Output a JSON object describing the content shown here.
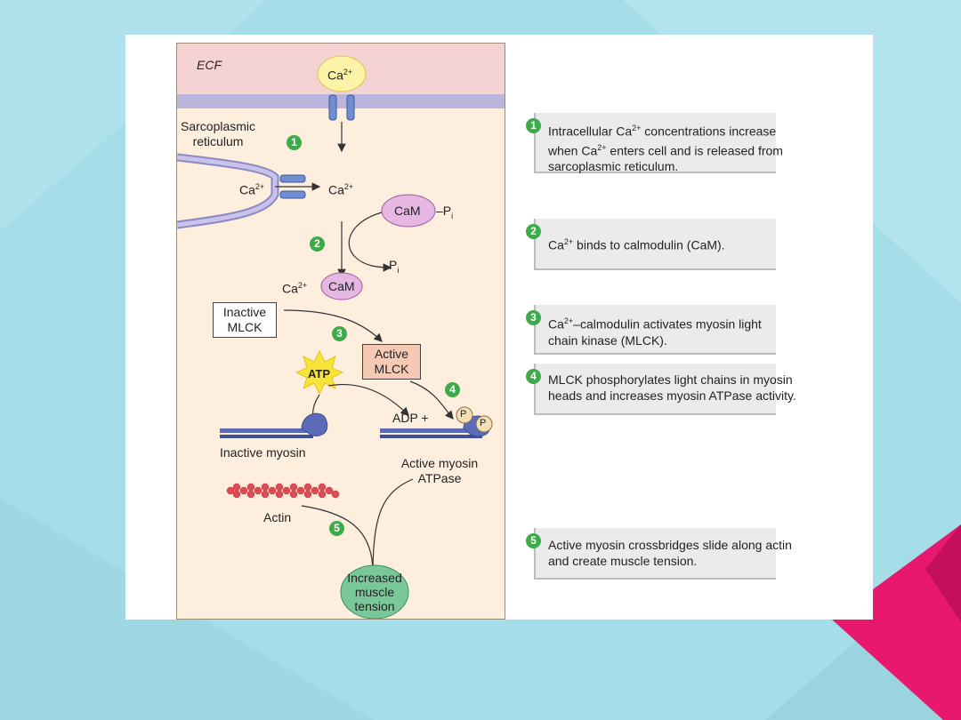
{
  "diagram": {
    "ecf_label": "ECF",
    "ca_ion": "Ca",
    "ca_charge": "2+",
    "sr_label_line1": "Sarcoplasmic",
    "sr_label_line2": "reticulum",
    "cam_label": "CaM",
    "pi_label": "P",
    "pi_subscript": "i",
    "inactive_mlck_line1": "Inactive",
    "inactive_mlck_line2": "MLCK",
    "active_mlck_line1": "Active",
    "active_mlck_line2": "MLCK",
    "atp_label": "ATP",
    "adp_label": "ADP +",
    "phosphate_label": "P",
    "inactive_myosin_label": "Inactive myosin",
    "active_myosin_line1": "Active myosin",
    "active_myosin_line2": "ATPase",
    "actin_label": "Actin",
    "tension_line1": "Increased",
    "tension_line2": "muscle",
    "tension_line3": "tension",
    "step_markers": [
      "1",
      "2",
      "3",
      "4",
      "5"
    ]
  },
  "steps": [
    {
      "num": "1",
      "line1_pre": "Intracellular Ca",
      "line1_sup": "2+",
      "line1_post": " concentrations increase",
      "line2_pre": "when Ca",
      "line2_sup": "2+",
      "line2_post": " enters cell and is released from",
      "line3": "sarcoplasmic reticulum."
    },
    {
      "num": "2",
      "line1_pre": "Ca",
      "line1_sup": "2+",
      "line1_post": " binds to calmodulin (CaM)."
    },
    {
      "num": "3",
      "line1_pre": "Ca",
      "line1_sup": "2+",
      "line1_post": "–calmodulin activates myosin light",
      "line2": "chain kinase (MLCK)."
    },
    {
      "num": "4",
      "line1": "MLCK phosphorylates light chains in myosin",
      "line2": "heads and increases myosin ATPase activity."
    },
    {
      "num": "5",
      "line1": "Active myosin crossbridges slide along actin",
      "line2": "and create muscle tension."
    }
  ],
  "colors": {
    "background": "#a5dde9",
    "accent_magenta": "#e8186f",
    "step_badge_green": "#3dab4a",
    "ecf_pink": "#f6d3d3",
    "cytosol": "#fdeedd",
    "membrane": "#b9b5dc",
    "calmodulin": "#e7b7e4",
    "myosin": "#5b6bb7",
    "actin": "#e04a55",
    "tension_green": "#7ac89a",
    "atp_yellow": "#f7e33a"
  }
}
